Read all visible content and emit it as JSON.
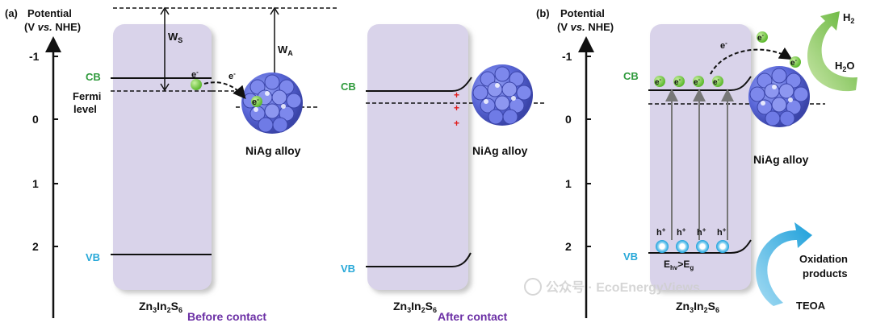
{
  "panels": {
    "a": {
      "label": "(a)"
    },
    "b": {
      "label": "(b)"
    }
  },
  "axis": {
    "title_line1": "Potential",
    "title_line2_pre": "(V ",
    "title_line2_it": "vs.",
    "title_line2_post": " NHE)",
    "ticks": [
      "-1",
      "0",
      "1",
      "2"
    ]
  },
  "bands": {
    "cb": "CB",
    "vb": "VB",
    "fermi_line1": "Fermi",
    "fermi_line2": "level"
  },
  "electron": {
    "base": "e",
    "sup": "-"
  },
  "hole": {
    "base": "h",
    "sup": "+"
  },
  "work_function": {
    "ws_base": "W",
    "ws_sub": "S",
    "wa_base": "W",
    "wa_sub": "A"
  },
  "alloy_label": "NiAg alloy",
  "semiconductor": {
    "p1": "Zn",
    "s1": "3",
    "p2": "In",
    "s2": "2",
    "p3": "S",
    "s3": "6"
  },
  "captions": {
    "before": "Before contact",
    "after": "After contact"
  },
  "charges": {
    "plus": "+"
  },
  "excitation": {
    "E": "E",
    "hv": "hv",
    "gt": ">E",
    "g": "g"
  },
  "products": {
    "h2_base": "H",
    "h2_sub": "2",
    "h2o_base": "H",
    "h2o_sub": "2",
    "h2o_tail": "O",
    "oxidation_line1": "Oxidation",
    "oxidation_line2": "products",
    "teoa": "TEOA"
  },
  "watermark": "公众号 · EcoEnergyViews",
  "colors": {
    "semiconductor_fill": "#d9d3ea",
    "alloy_sphere": "#5a67d8",
    "cb_label": "#2f9a3c",
    "vb_label": "#27a8d8",
    "caption": "#6b2fa5",
    "h2_arrow": "#7cc143",
    "teoa_arrow": "#1fa3dc"
  }
}
